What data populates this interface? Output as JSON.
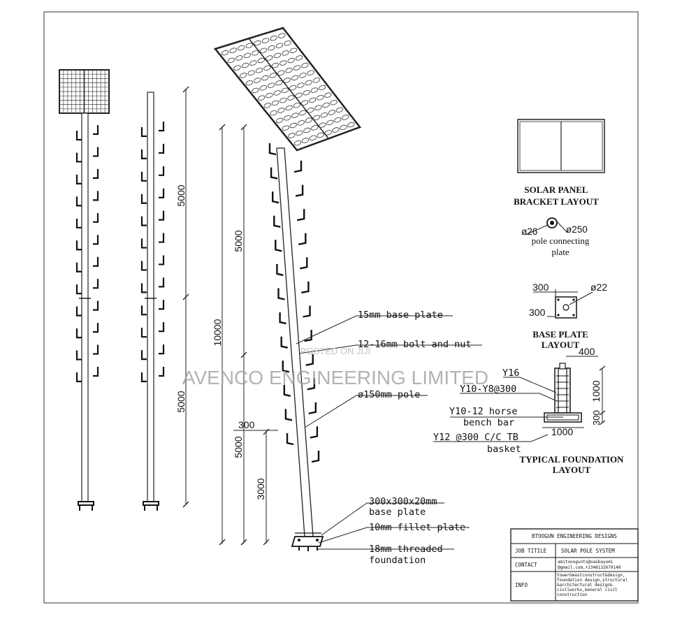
{
  "dimensions": {
    "d5000_a": "5000",
    "d5000_b": "5000",
    "d5000_c": "5000",
    "d5000_d": "5000",
    "d10000": "10000",
    "d3000": "3000",
    "d300_side": "300"
  },
  "callouts": {
    "base_plate_15": "15mm base plate",
    "bolt_nut": "12-16mm bolt and nut",
    "pole_150": "ø150mm pole",
    "base_plate_line1": "300x300x20mm",
    "base_plate_line2": "base plate",
    "fillet_plate": "10mm fillet  plate",
    "threaded_line1": "18mm threaded",
    "threaded_line2": "foundation"
  },
  "bracket": {
    "title_line1": "SOLAR PANEL",
    "title_line2": "BRACKET LAYOUT",
    "dia_left": "ø26",
    "dia_right": "ø250",
    "conn_line1": "pole connecting",
    "conn_line2": "plate"
  },
  "base_plate": {
    "dim_top": "300",
    "dim_side": "300",
    "dia": "ø22",
    "title_line1": "BASE PLATE",
    "title_line2": "LAYOUT"
  },
  "foundation": {
    "dim_400": "400",
    "y16": "Y16",
    "y10_y8": "Y10-Y8@300",
    "dim_1000_v": "1000",
    "dim_300_v": "300",
    "horse_line1": "Y10-12 horse",
    "horse_line2": "bench bar",
    "dim_1000_h": "1000",
    "y12_line1": "Y12 @300 C/C TB",
    "y12_line2": "basket",
    "title_line1": "TYPICAL FOUNDATION",
    "title_line2": "LAYOUT"
  },
  "title_block": {
    "company": "BTOOGUN ENGINEERING DESIGNS",
    "rows": [
      {
        "label": "JOB TITILE",
        "value_lines": [
          "SOLAR POLE SYSTEM"
        ]
      },
      {
        "label": "CONTACT",
        "value_lines": [
          "amitooogunts@oasbayomi",
          "@gmail.com,+2348132679140"
        ]
      },
      {
        "label": "INFO",
        "value_lines": [
          "tower&mastconstruct&design,",
          "foundation design,structural",
          "&architectural design&",
          "civilworks,General civil",
          "construction"
        ]
      }
    ]
  },
  "watermark": {
    "main": "AVENCO ENGINEERING LIMITED",
    "posted": "POSTED ON JIJI"
  }
}
